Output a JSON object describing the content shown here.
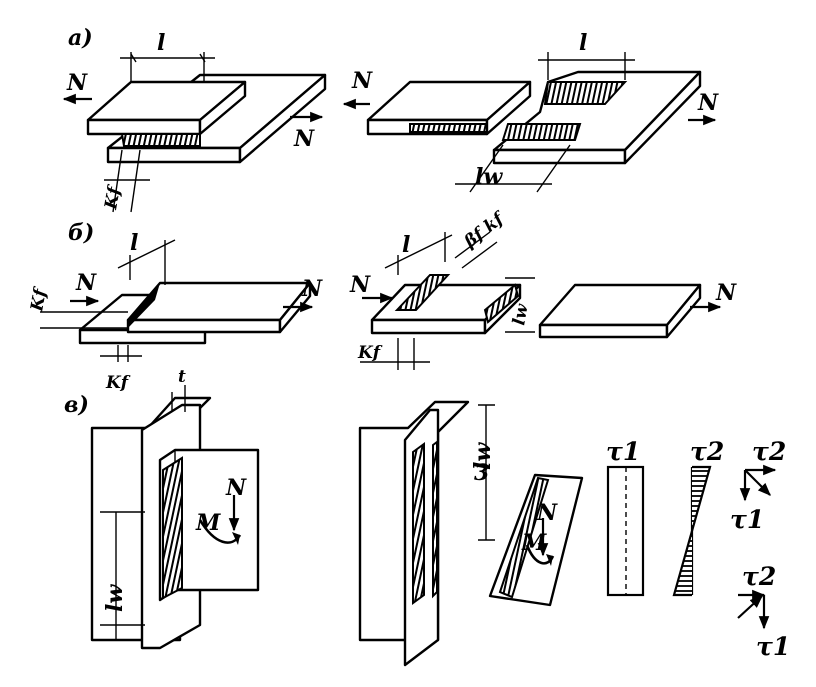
{
  "panels": {
    "a": "а)",
    "b": "б)",
    "c": "в)"
  },
  "labels": {
    "N": "N",
    "M": "M",
    "l": "l",
    "Kf": "Kf",
    "lw": "lw",
    "Bf_kf": "βf kf",
    "three": "3",
    "tau1": "τ1",
    "tau2": "τ2",
    "t": "t"
  },
  "colors": {
    "ink": "#000000",
    "paper": "#ffffff"
  }
}
